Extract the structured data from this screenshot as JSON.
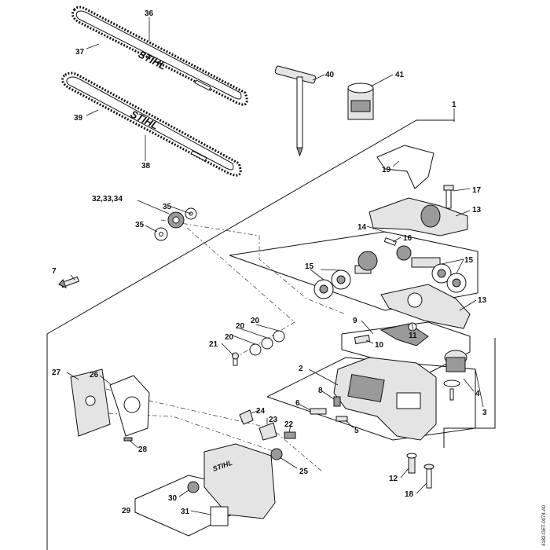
{
  "diagram": {
    "drawing_code": "4182-GET-0074-A0",
    "brand_text": "STIHL",
    "labels": {
      "p1": "1",
      "p2": "2",
      "p3": "3",
      "p4": "4",
      "p5": "5",
      "p6": "6",
      "p7": "7",
      "p8": "8",
      "p9": "9",
      "p10": "10",
      "p11": "11",
      "p12": "12",
      "p13a": "13",
      "p13b": "13",
      "p14": "14",
      "p15a": "15",
      "p15b": "15",
      "p16": "16",
      "p17": "17",
      "p18": "18",
      "p19": "19",
      "p20a": "20",
      "p20b": "20",
      "p20c": "20",
      "p21": "21",
      "p22": "22",
      "p23": "23",
      "p24": "24",
      "p25": "25",
      "p26": "26",
      "p27": "27",
      "p28": "28",
      "p29": "29",
      "p30": "30",
      "p31": "31",
      "p32_34": "32,33,34",
      "p35a": "35",
      "p35b": "35",
      "p36": "36",
      "p37": "37",
      "p38": "38",
      "p39": "39",
      "p40": "40",
      "p41": "41"
    }
  }
}
